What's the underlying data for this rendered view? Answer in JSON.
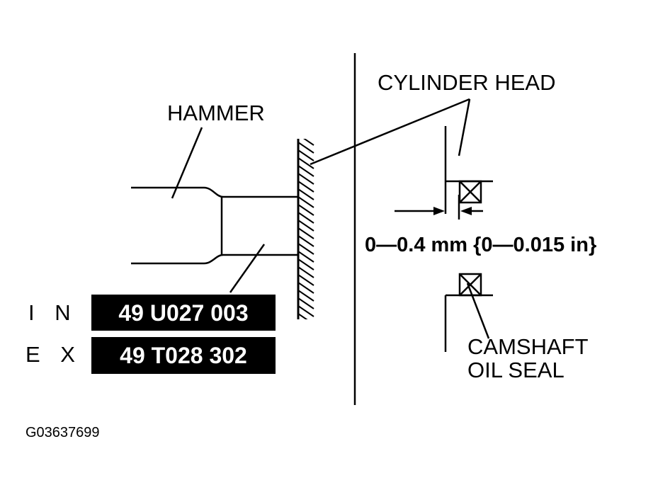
{
  "labels": {
    "hammer": "HAMMER",
    "cylinder_head": "CYLINDER HEAD",
    "camshaft_oil_seal_line1": "CAMSHAFT",
    "camshaft_oil_seal_line2": "OIL SEAL",
    "dimension": "0—0.4 mm {0—0.015 in}",
    "figure_id": "G03637699"
  },
  "tools": [
    {
      "prefix": "I N :",
      "part_number": "49 U027 003"
    },
    {
      "prefix": "E X :",
      "part_number": "49 T028 302"
    }
  ],
  "colors": {
    "ink": "#000000",
    "paper": "#ffffff"
  }
}
